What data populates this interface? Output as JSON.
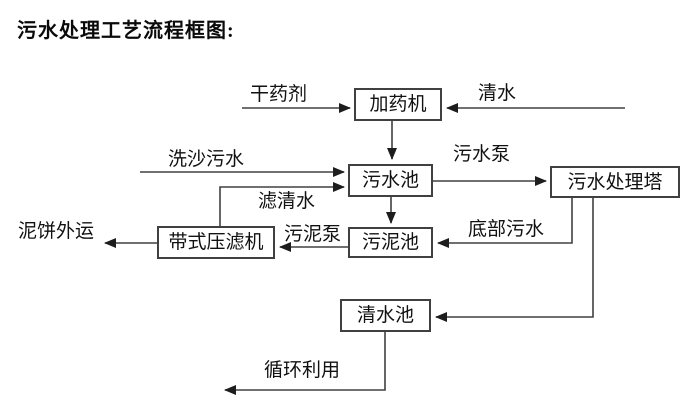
{
  "title": "污水处理工艺流程框图:",
  "colors": {
    "background": "#ffffff",
    "line": "#404040",
    "box_border": "#404040",
    "box_fill": "#ffffff",
    "text": "#111111"
  },
  "nodes": {
    "dosing_machine": "加药机",
    "sewage_pool": "污水池",
    "treatment_tower": "污水处理塔",
    "sludge_pool": "污泥池",
    "belt_filter_press": "带式压滤机",
    "clean_water_pool": "清水池"
  },
  "edge_labels": {
    "dry_agent": "干药剂",
    "clean_water": "清水",
    "sand_washing_sewage": "洗沙污水",
    "filtered_water": "滤清水",
    "sewage_pump": "污水泵",
    "bottom_sewage": "底部污水",
    "sludge_pump": "污泥泵",
    "mud_cake_out": "泥饼外运",
    "recycling": "循环利用"
  },
  "edges": [
    {
      "from": "干药剂",
      "to": "加药机",
      "label": "干药剂"
    },
    {
      "from": "清水",
      "to": "加药机",
      "label": "清水"
    },
    {
      "from": "加药机",
      "to": "污水池",
      "label": ""
    },
    {
      "from": "洗沙污水",
      "to": "污水池",
      "label": "洗沙污水"
    },
    {
      "from": "带式压滤机",
      "to": "污水池",
      "label": "滤清水"
    },
    {
      "from": "污水池",
      "to": "污水处理塔",
      "label": "污水泵"
    },
    {
      "from": "污水池",
      "to": "污泥池",
      "label": ""
    },
    {
      "from": "污水处理塔",
      "to": "污泥池",
      "label": "底部污水"
    },
    {
      "from": "污水处理塔",
      "to": "清水池",
      "label": ""
    },
    {
      "from": "污泥池",
      "to": "带式压滤机",
      "label": "污泥泵"
    },
    {
      "from": "带式压滤机",
      "to": "泥饼外运",
      "label": "泥饼外运"
    },
    {
      "from": "清水池",
      "to": "循环利用",
      "label": "循环利用"
    }
  ]
}
